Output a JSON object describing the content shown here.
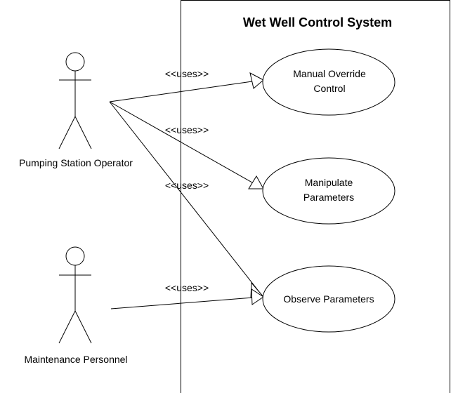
{
  "system": {
    "title": "Wet Well Control System"
  },
  "actors": {
    "operator": "Pumping Station Operator",
    "maintenance": "Maintenance Personnel"
  },
  "use_cases": {
    "manual_override_line1": "Manual Override",
    "manual_override_line2": "Control",
    "manipulate_line1": "Manipulate",
    "manipulate_line2": "Parameters",
    "observe": "Observe Parameters"
  },
  "relations": {
    "operator_manual": "<<uses>>",
    "operator_manipulate": "<<uses>>",
    "operator_observe": "<<uses>>",
    "maintenance_observe": "<<uses>>"
  }
}
